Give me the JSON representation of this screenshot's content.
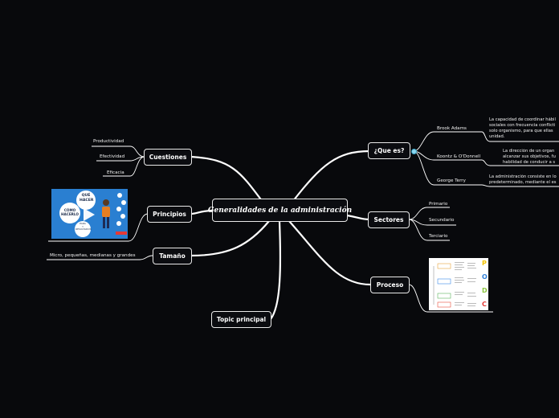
{
  "central": "Generalidades de la administración",
  "topics": {
    "cuestiones": "Cuestiones",
    "principios": "Principios",
    "tamano": "Tamaño",
    "topic": "Topic principal",
    "que_es": "¿Que es?",
    "sectores": "Sectores",
    "proceso": "Proceso"
  },
  "cuestiones_items": [
    "Productividad",
    "Efectividad",
    "Eficacia"
  ],
  "tamano_item": "Micro, pequeñas, medianas y grandes",
  "que_es_items": [
    {
      "author": "Brook Adams",
      "text": "La capacidad de coordinar hábil\nsociales con frecuencia conflicti\nsolo organismo, para que ellas\nunidad."
    },
    {
      "author": "Koontz & O'Donnell",
      "text": "La dirección de un organ\nalcanzar sus objetivos, fu\nhabilidad de conducir a s"
    },
    {
      "author": "George Terry",
      "text": "La administración consiste en lo\npredeterminado, mediante el es"
    }
  ],
  "sectores_items": [
    "Primario",
    "Secundario",
    "Terciario"
  ],
  "principios_image": {
    "que": "QUÉ\nHACER",
    "como": "CÓMO\nHACERLO",
    "para": "PARA\nY\nRESULTADOS"
  },
  "proceso_image": {
    "letters": [
      "P",
      "O",
      "D",
      "C"
    ],
    "letter_colors": [
      "#f2c200",
      "#2f7fd8",
      "#8cc63f",
      "#e53935"
    ]
  },
  "colors": {
    "background": "#08090c",
    "branch": "#ffffff",
    "accent": "#8fd7f0"
  }
}
